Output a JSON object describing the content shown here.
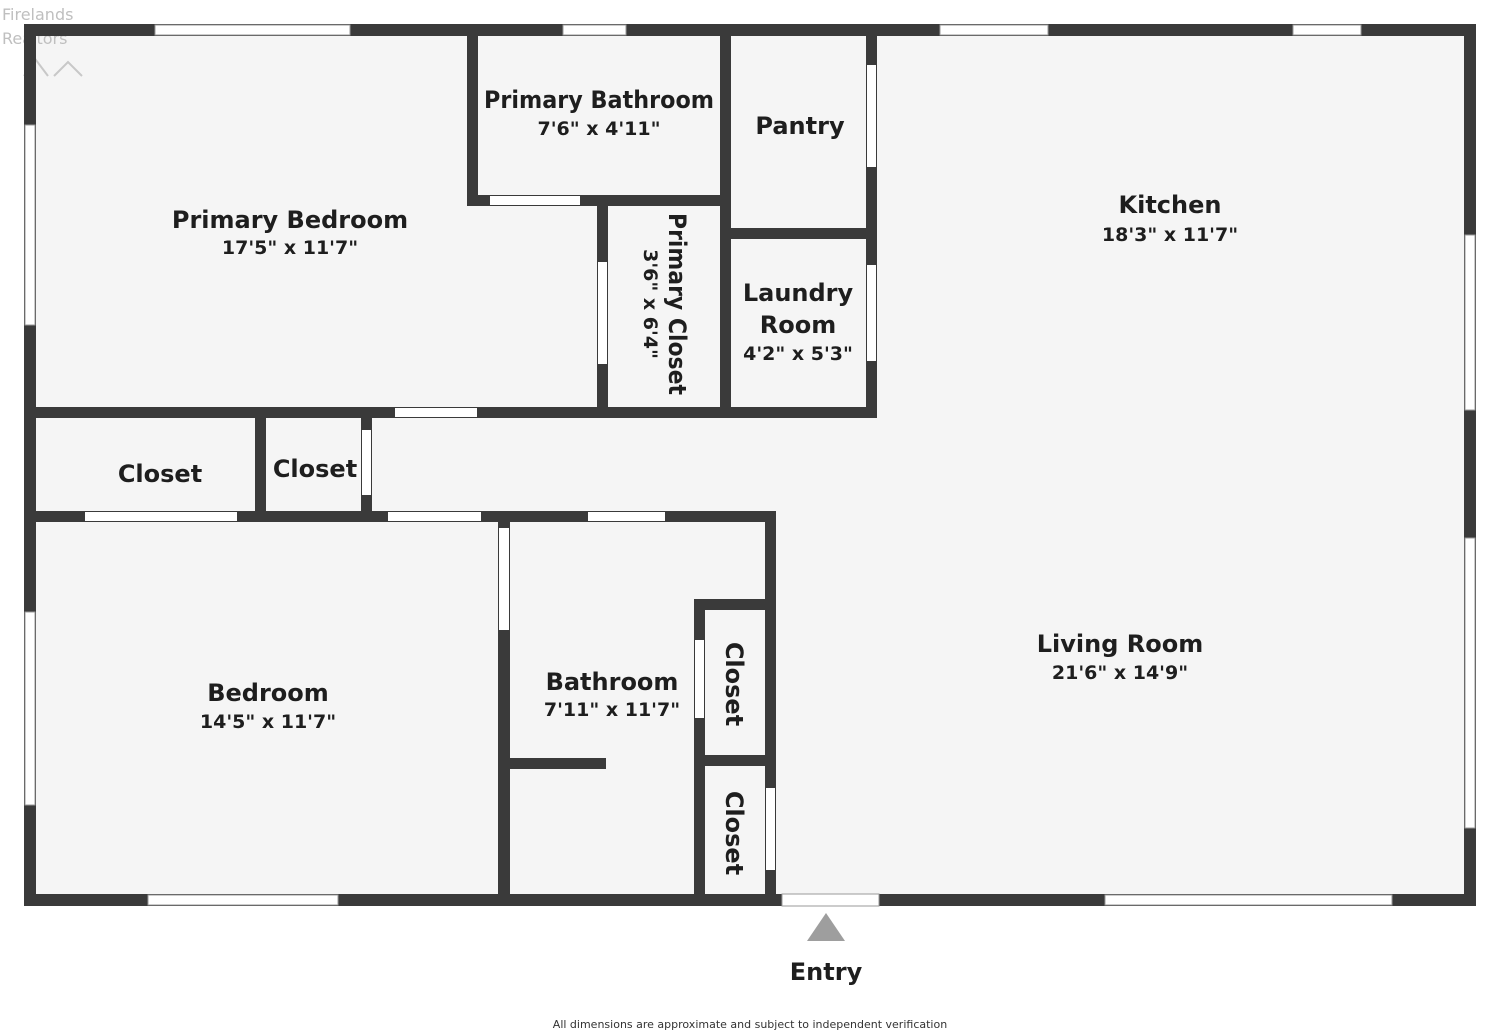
{
  "colors": {
    "wall": "#3a3a3a",
    "floor": "#f5f5f5",
    "window": "#ffffff",
    "entry_marker": "#9e9e9e"
  },
  "logo": {
    "line1": "Firelands",
    "line3": "Realtors"
  },
  "rooms": {
    "primary_bedroom": {
      "name": "Primary Bedroom",
      "dims": "17'5\" x 11'7\""
    },
    "primary_bathroom": {
      "name": "Primary Bathroom",
      "dims": "7'6\" x 4'11\""
    },
    "pantry": {
      "name": "Pantry"
    },
    "kitchen": {
      "name": "Kitchen",
      "dims": "18'3\" x 11'7\""
    },
    "primary_closet": {
      "name": "Primary Closet",
      "dims": "3'6\" x 6'4\""
    },
    "laundry_room": {
      "name_line1": "Laundry",
      "name_line2": "Room",
      "dims": "4'2\" x 5'3\""
    },
    "closet_left": {
      "name": "Closet"
    },
    "closet_mid": {
      "name": "Closet"
    },
    "living_room": {
      "name": "Living Room",
      "dims": "21'6\" x 14'9\""
    },
    "bedroom": {
      "name": "Bedroom",
      "dims": "14'5\" x 11'7\""
    },
    "bathroom": {
      "name": "Bathroom",
      "dims": "7'11\" x 11'7\""
    },
    "closet_upper": {
      "name": "Closet"
    },
    "closet_lower": {
      "name": "Closet"
    }
  },
  "entry": {
    "label": "Entry"
  },
  "footer": {
    "disclaimer": "All dimensions are approximate and subject to independent verification"
  }
}
